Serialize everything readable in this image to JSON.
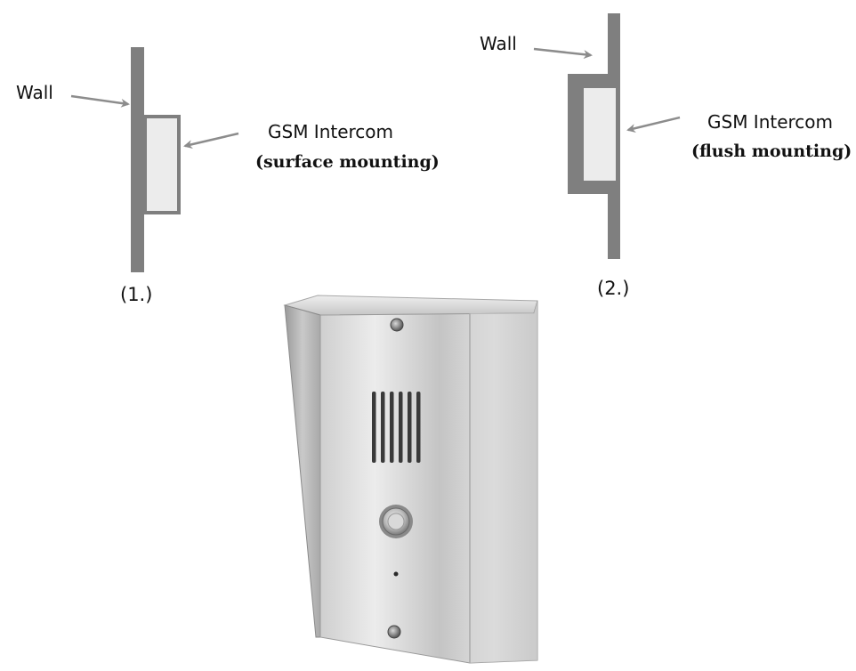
{
  "diagram1": {
    "wall_label": "Wall",
    "device_label": "GSM Intercom",
    "mount_label": "(surface mounting)",
    "number": "(1.)"
  },
  "diagram2": {
    "wall_label": "Wall",
    "device_label": "GSM Intercom",
    "mount_label": "(flush mounting)",
    "number": "(2.)"
  },
  "colors": {
    "wall": "#7f7f7f",
    "device_fill": "#ececec",
    "arrow": "#8c8c8c",
    "steel_light": "#dcdcdc",
    "steel_mid": "#b5b5b5",
    "steel_dark": "#8f8f8f"
  }
}
